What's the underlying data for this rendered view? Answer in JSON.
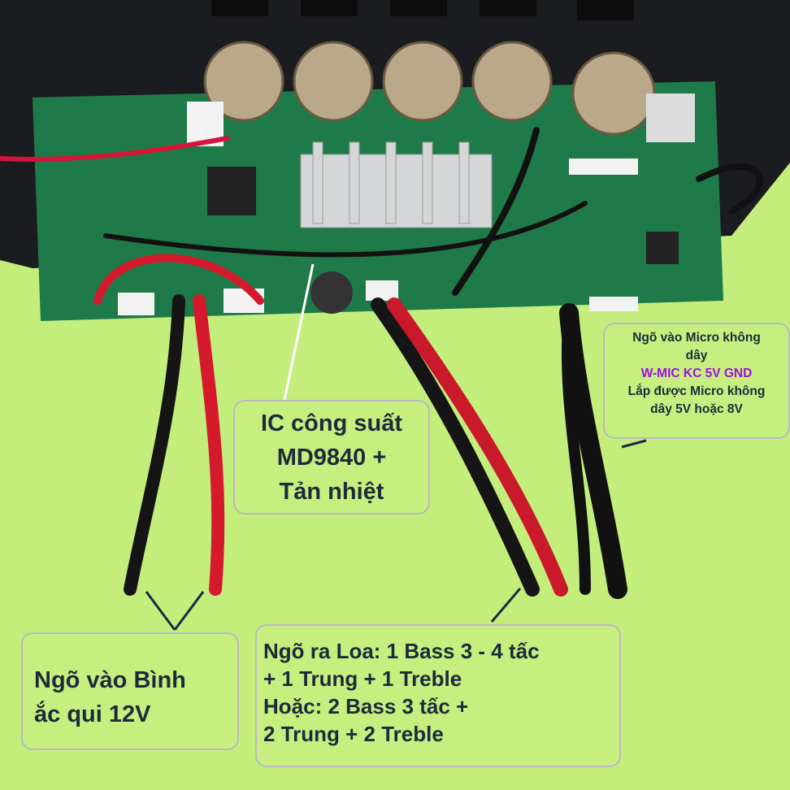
{
  "labels": {
    "mic": {
      "line1": "Ngõ vào Micro không",
      "line2": "dây",
      "line3": "W-MIC KC 5V GND",
      "line4": "Lắp được Micro không",
      "line5": "dây 5V hoặc 8V"
    },
    "ic": {
      "line1": "IC công suất",
      "line2": "MD9840 +",
      "line3": "Tản nhiệt"
    },
    "battery": {
      "line1": "Ngõ vào Bình",
      "line2": "ắc qui 12V"
    },
    "speaker": {
      "line1": "Ngõ ra Loa: 1 Bass 3 - 4 tấc",
      "line2": "+ 1 Trung + 1 Treble",
      "line3": "Hoặc: 2 Bass 3 tấc +",
      "line4": "2 Trung + 2 Treble"
    }
  },
  "colors": {
    "background": "#c4ee7c",
    "pcb": "#1f7a4a",
    "highlight": "#a010e0"
  }
}
